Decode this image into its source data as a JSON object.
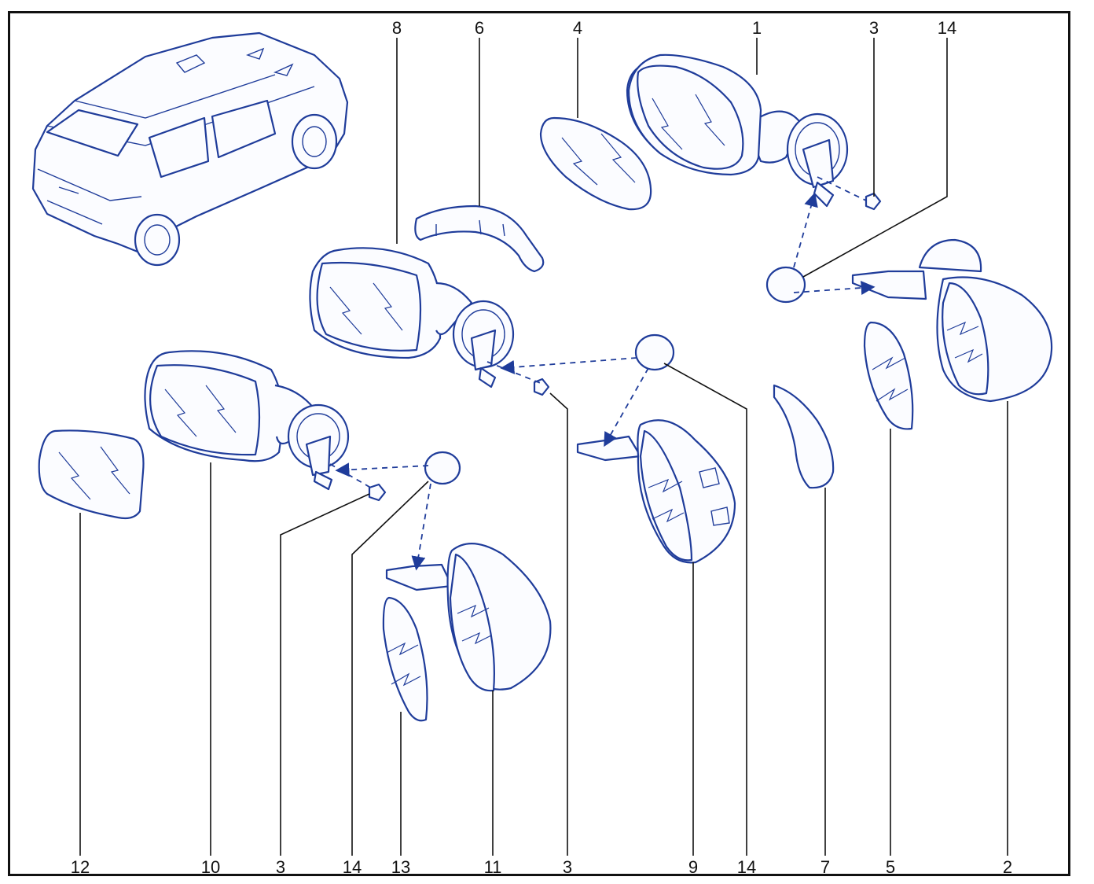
{
  "diagram": {
    "colors": {
      "part_outline": "#1f3c9a",
      "leader": "#111111",
      "frame": "#111111",
      "background": "#ffffff"
    },
    "callouts": [
      {
        "id": "c8",
        "text": "8"
      },
      {
        "id": "c6",
        "text": "6"
      },
      {
        "id": "c4",
        "text": "4"
      },
      {
        "id": "c1",
        "text": "1"
      },
      {
        "id": "c3a",
        "text": "3"
      },
      {
        "id": "c14a",
        "text": "14"
      },
      {
        "id": "c12",
        "text": "12"
      },
      {
        "id": "c10",
        "text": "10"
      },
      {
        "id": "c3b",
        "text": "3"
      },
      {
        "id": "c14b",
        "text": "14"
      },
      {
        "id": "c13",
        "text": "13"
      },
      {
        "id": "c11",
        "text": "11"
      },
      {
        "id": "c3c",
        "text": "3"
      },
      {
        "id": "c9",
        "text": "9"
      },
      {
        "id": "c14c",
        "text": "14"
      },
      {
        "id": "c7",
        "text": "7"
      },
      {
        "id": "c5",
        "text": "5"
      },
      {
        "id": "c2",
        "text": "2"
      }
    ]
  }
}
